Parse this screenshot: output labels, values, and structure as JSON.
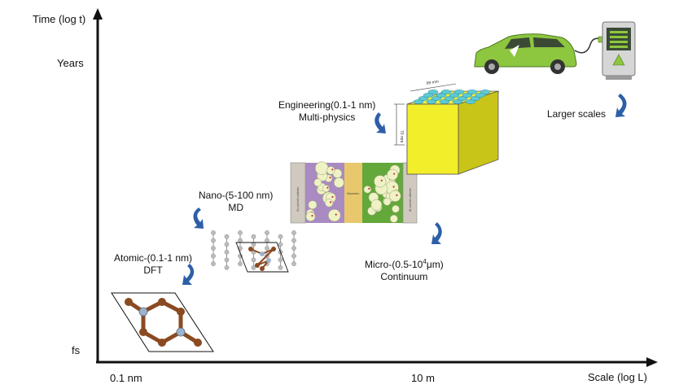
{
  "axes": {
    "y_title": "Time (log t)",
    "x_title": "Scale (log L)",
    "y_ticks": [
      "Years",
      "fs"
    ],
    "x_ticks": [
      "0.1 nm",
      "10 m"
    ]
  },
  "stages": [
    {
      "line1": "Atomic-(0.1-1 nm)",
      "line2": "DFT"
    },
    {
      "line1": "Nano-(5-100 nm)",
      "line2": "MD"
    },
    {
      "line1_pre": "Micro-(0.5-10",
      "line1_sup": "4",
      "line1_post": "μm)",
      "line2": "Continuum"
    },
    {
      "line1": "Engineering(0.1-1 nm)",
      "line2": "Multi-physics"
    },
    {
      "line1": "Larger scales"
    }
  ],
  "cell_labels": {
    "left_collector": "Cu current collector",
    "separator": "Separator",
    "right_collector": "Al current collector"
  },
  "pack_dims": {
    "width": "99 mm",
    "height": "70 mm"
  },
  "colors": {
    "axis": "#111111",
    "arrow": "#2d5fa8",
    "atom_brown": "#8a4a22",
    "atom_blue": "#9db3cc",
    "pack_yellow": "#f2ee2a",
    "pack_cyan": "#5ec9d4",
    "car_green": "#8dc63f",
    "anode": "#a98bc2",
    "separator": "#e9c86d",
    "cathode": "#63a83a"
  }
}
